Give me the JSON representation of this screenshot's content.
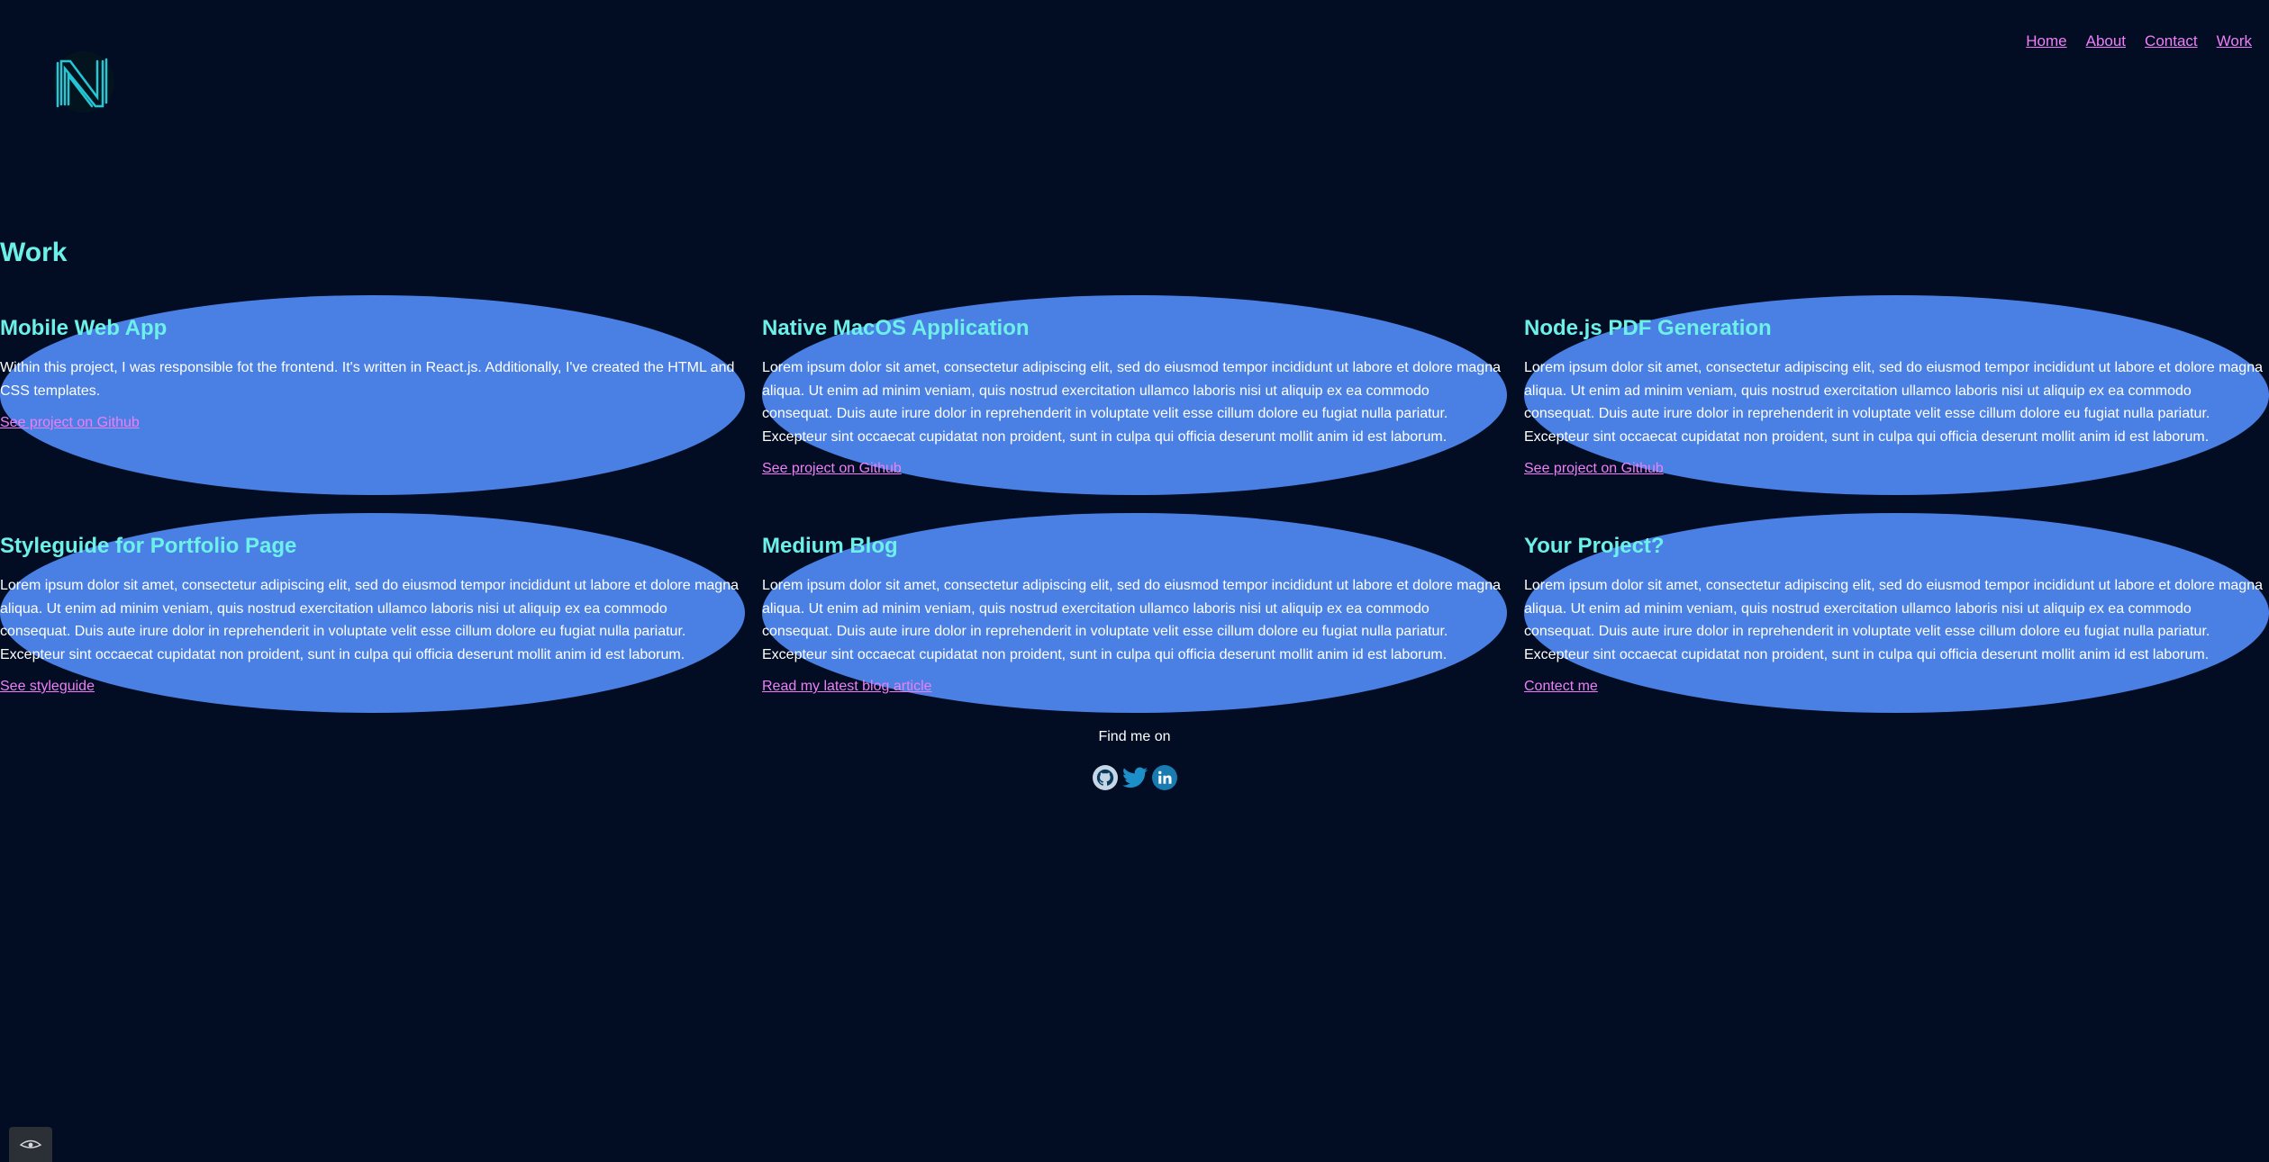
{
  "nav": {
    "items": [
      {
        "label": "Home"
      },
      {
        "label": "About"
      },
      {
        "label": "Contact"
      },
      {
        "label": "Work"
      }
    ]
  },
  "logo": {
    "letter": "N",
    "color": "#24c7d6"
  },
  "work": {
    "title": "Work"
  },
  "cards": [
    {
      "title": "Mobile Web App",
      "text": "Within this project, I was responsible fot the frontend. It's written in React.js. Additionally, I've created the HTML and CSS templates.",
      "link": "See project on Github"
    },
    {
      "title": "Native MacOS Application",
      "text": "Lorem ipsum dolor sit amet, consectetur adipiscing elit, sed do eiusmod tempor incididunt ut labore et dolore magna aliqua. Ut enim ad minim veniam, quis nostrud exercitation ullamco laboris nisi ut aliquip ex ea commodo consequat. Duis aute irure dolor in reprehenderit in voluptate velit esse cillum dolore eu fugiat nulla pariatur. Excepteur sint occaecat cupidatat non proident, sunt in culpa qui officia deserunt mollit anim id est laborum.",
      "link": "See project on Github"
    },
    {
      "title": "Node.js PDF Generation",
      "text": "Lorem ipsum dolor sit amet, consectetur adipiscing elit, sed do eiusmod tempor incididunt ut labore et dolore magna aliqua. Ut enim ad minim veniam, quis nostrud exercitation ullamco laboris nisi ut aliquip ex ea commodo consequat. Duis aute irure dolor in reprehenderit in voluptate velit esse cillum dolore eu fugiat nulla pariatur. Excepteur sint occaecat cupidatat non proident, sunt in culpa qui officia deserunt mollit anim id est laborum.",
      "link": "See project on Github"
    },
    {
      "title": "Styleguide for Portfolio Page",
      "text": "Lorem ipsum dolor sit amet, consectetur adipiscing elit, sed do eiusmod tempor incididunt ut labore et dolore magna aliqua. Ut enim ad minim veniam, quis nostrud exercitation ullamco laboris nisi ut aliquip ex ea commodo consequat. Duis aute irure dolor in reprehenderit in voluptate velit esse cillum dolore eu fugiat nulla pariatur. Excepteur sint occaecat cupidatat non proident, sunt in culpa qui officia deserunt mollit anim id est laborum.",
      "link": "See styleguide"
    },
    {
      "title": "Medium Blog",
      "text": "Lorem ipsum dolor sit amet, consectetur adipiscing elit, sed do eiusmod tempor incididunt ut labore et dolore magna aliqua. Ut enim ad minim veniam, quis nostrud exercitation ullamco laboris nisi ut aliquip ex ea commodo consequat. Duis aute irure dolor in reprehenderit in voluptate velit esse cillum dolore eu fugiat nulla pariatur. Excepteur sint occaecat cupidatat non proident, sunt in culpa qui officia deserunt mollit anim id est laborum.",
      "link": "Read my latest blog article"
    },
    {
      "title": "Your Project?",
      "text": "Lorem ipsum dolor sit amet, consectetur adipiscing elit, sed do eiusmod tempor incididunt ut labore et dolore magna aliqua. Ut enim ad minim veniam, quis nostrud exercitation ullamco laboris nisi ut aliquip ex ea commodo consequat. Duis aute irure dolor in reprehenderit in voluptate velit esse cillum dolore eu fugiat nulla pariatur. Excepteur sint occaecat cupidatat non proident, sunt in culpa qui officia deserunt mollit anim id est laborum.",
      "link": "Contect me"
    }
  ],
  "footer": {
    "find_label": "Find me on",
    "socials": [
      {
        "icon": "github-icon",
        "color": "#c5d6e6"
      },
      {
        "icon": "twitter-icon",
        "color": "#1d8fc8"
      },
      {
        "icon": "linkedin-icon",
        "color": "#1a7bb0"
      }
    ]
  },
  "colors": {
    "background": "#020d24",
    "heading": "#6cf0e8",
    "link": "#f07ef7",
    "card_blob": "#4a80e4"
  }
}
